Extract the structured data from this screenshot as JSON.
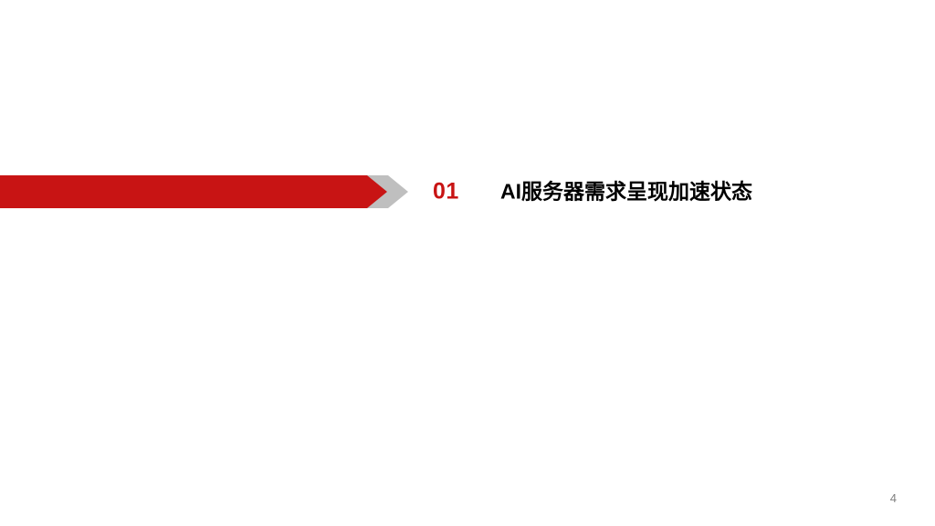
{
  "slide": {
    "section_number": "01",
    "section_title": "AI服务器需求呈现加速状态",
    "page_number": "4",
    "accent_color": "#c81414",
    "chevron_color": "#bfbfbf"
  }
}
